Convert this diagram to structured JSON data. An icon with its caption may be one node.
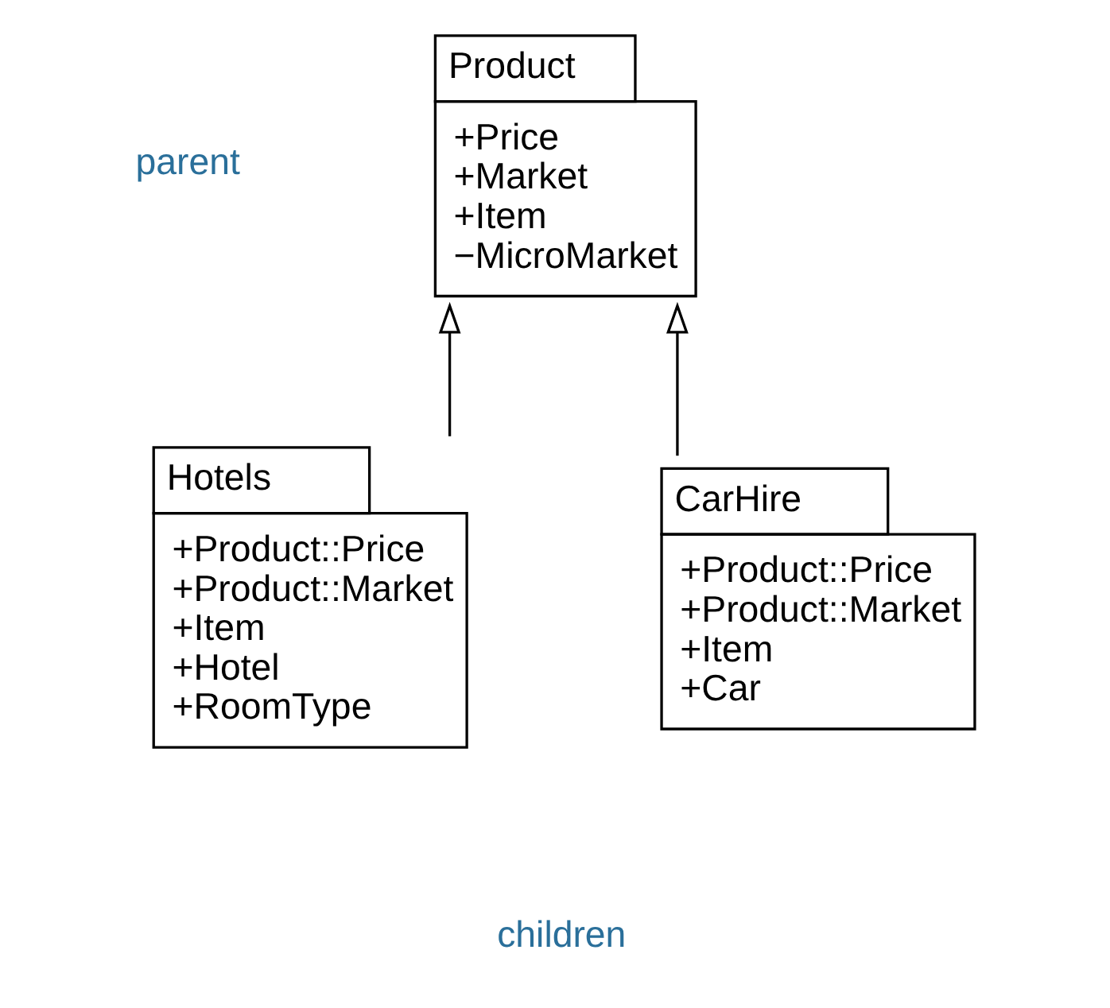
{
  "diagram": {
    "nodes": [
      {
        "text": [
          "Product",
          "+Price",
          "+Market",
          "+Item",
          "−MicroMarket"
        ]
      },
      {
        "text": [
          "Hotels",
          "+Product::Price",
          "+Product::Market",
          "+Item",
          "+Hotel",
          "+RoomType"
        ]
      },
      {
        "text": [
          "CarHire",
          "+Product::Price",
          "+Product::Market",
          "+Item",
          "+Car"
        ]
      }
    ],
    "edges": [
      {
        "from": 1,
        "to": 0,
        "arrow": "to"
      },
      {
        "from": 2,
        "to": 0,
        "arrow": "to"
      }
    ],
    "labels": [
      "parent",
      "children"
    ]
  }
}
